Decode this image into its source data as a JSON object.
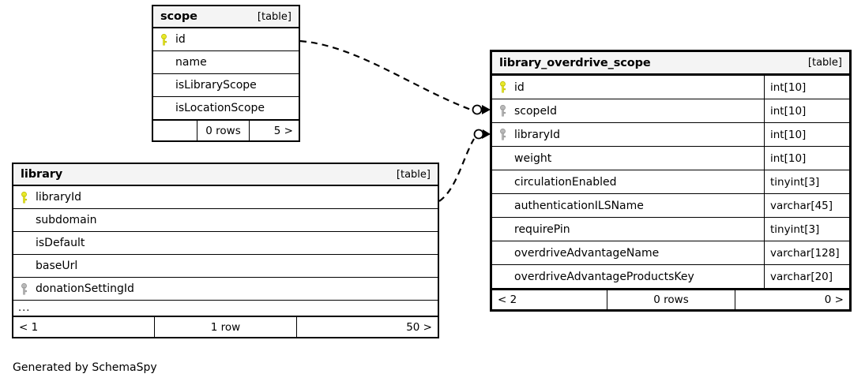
{
  "diagram": {
    "caption": "Generated by SchemaSpy",
    "table_tag": "[table]",
    "pk_icon": "yellow-key-icon",
    "fk_icon": "grey-key-icon",
    "colors": {
      "primary_key": "#e8e82a",
      "foreign_key": "#a8a8a8",
      "header_bg": "#f4f4f4",
      "border": "#000000",
      "background": "#ffffff"
    }
  },
  "tables": [
    {
      "id": "scope",
      "name": "scope",
      "tag": "[table]",
      "columns": [
        {
          "name": "id",
          "key": "primary",
          "type": ""
        },
        {
          "name": "name",
          "key": "none",
          "type": ""
        },
        {
          "name": "isLibraryScope",
          "key": "none",
          "type": ""
        },
        {
          "name": "isLocationScope",
          "key": "none",
          "type": ""
        }
      ],
      "has_ellipsis": false,
      "footer": {
        "prev": "",
        "rows": "0 rows",
        "next": "5 >"
      }
    },
    {
      "id": "library",
      "name": "library",
      "tag": "[table]",
      "columns": [
        {
          "name": "libraryId",
          "key": "primary",
          "type": ""
        },
        {
          "name": "subdomain",
          "key": "none",
          "type": ""
        },
        {
          "name": "isDefault",
          "key": "none",
          "type": ""
        },
        {
          "name": "baseUrl",
          "key": "none",
          "type": ""
        },
        {
          "name": "donationSettingId",
          "key": "foreign",
          "type": ""
        }
      ],
      "has_ellipsis": true,
      "ellipsis": "...",
      "footer": {
        "prev": "< 1",
        "rows": "1 row",
        "next": "50 >"
      }
    },
    {
      "id": "library_overdrive_scope",
      "name": "library_overdrive_scope",
      "tag": "[table]",
      "columns": [
        {
          "name": "id",
          "key": "primary",
          "type": "int[10]"
        },
        {
          "name": "scopeId",
          "key": "foreign",
          "type": "int[10]"
        },
        {
          "name": "libraryId",
          "key": "foreign",
          "type": "int[10]"
        },
        {
          "name": "weight",
          "key": "none",
          "type": "int[10]"
        },
        {
          "name": "circulationEnabled",
          "key": "none",
          "type": "tinyint[3]"
        },
        {
          "name": "authenticationILSName",
          "key": "none",
          "type": "varchar[45]"
        },
        {
          "name": "requirePin",
          "key": "none",
          "type": "tinyint[3]"
        },
        {
          "name": "overdriveAdvantageName",
          "key": "none",
          "type": "varchar[128]"
        },
        {
          "name": "overdriveAdvantageProductsKey",
          "key": "none",
          "type": "varchar[20]"
        }
      ],
      "has_ellipsis": false,
      "footer": {
        "prev": "< 2",
        "rows": "0 rows",
        "next": "0 >"
      }
    }
  ],
  "relationships": [
    {
      "from": "scope.id",
      "to": "library_overdrive_scope.scopeId",
      "style": "dashed",
      "source_marker": "none",
      "target_marker": "optional-many"
    },
    {
      "from": "library.libraryId",
      "to": "library_overdrive_scope.libraryId",
      "style": "dashed",
      "source_marker": "none",
      "target_marker": "optional-many"
    }
  ]
}
